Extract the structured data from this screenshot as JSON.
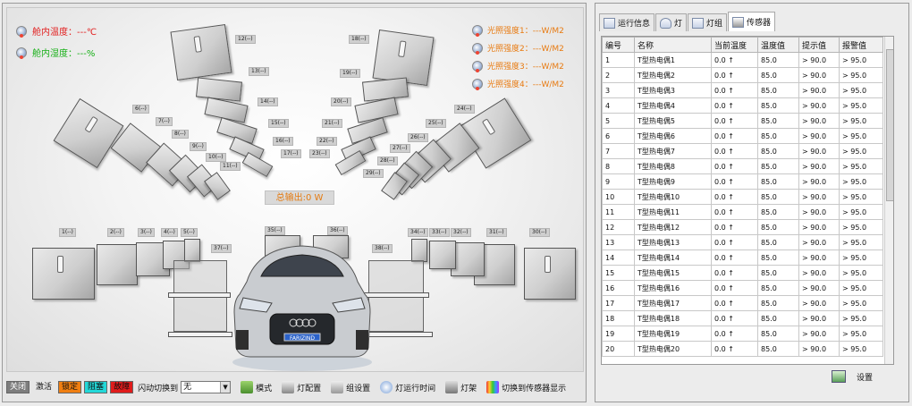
{
  "env": {
    "cabin_temp": "舱内温度：---℃",
    "cabin_humidity": "舱内湿度：---%"
  },
  "lights": [
    "光照强度1：---W/M2",
    "光照强度2：---W/M2",
    "光照强度3：---W/M2",
    "光照强度4：---W/M2"
  ],
  "total_output": "总输出:0 W",
  "car_plate": "FARIZIND",
  "lamp_labels": {
    "l1": "1(--)",
    "l2": "2(--)",
    "l3": "3(--)",
    "l4": "4(--)",
    "l5": "5(--)",
    "l6": "6(--)",
    "l7": "7(--)",
    "l8": "8(--)",
    "l9": "9(--)",
    "l10": "10(--)",
    "l11": "11(--)",
    "l12": "12(--)",
    "l13": "13(--)",
    "l14": "14(--)",
    "l15": "15(--)",
    "l16": "16(--)",
    "l17": "17(--)",
    "l18": "18(--)",
    "l19": "19(--)",
    "l20": "20(--)",
    "l21": "21(--)",
    "l22": "22(--)",
    "l23": "23(--)",
    "l24": "24(--)",
    "l25": "25(--)",
    "l26": "26(--)",
    "l27": "27(--)",
    "l28": "28(--)",
    "l29": "29(--)",
    "l30": "30(--)",
    "l31": "31(--)",
    "l32": "32(--)",
    "l33": "33(--)",
    "l34": "34(--)",
    "l35": "35(--)",
    "l36": "36(--)",
    "l37": "37(--)",
    "l38": "38(--)"
  },
  "statusbar": {
    "off": "关闭",
    "active": "激活",
    "locked": "锁定",
    "blocked": "阻塞",
    "fault": "故障",
    "flash_switch": "闪动切换到",
    "flash_value": "无",
    "mode": "模式",
    "light_config": "灯配置",
    "group_setup": "组设置",
    "light_runtime": "灯运行时间",
    "light_rack": "灯架",
    "switch_sensor": "切换到传感器显示"
  },
  "colors": {
    "locked": "#f07f12",
    "blocked": "#22d8d8",
    "fault": "#e01b1b",
    "off": "#7d7d7d",
    "temp_text": "#e21f1f",
    "humidity_text": "#18b018",
    "light_text": "#e87a10"
  },
  "tabs": [
    {
      "label": "运行信息",
      "icon": "info-icon"
    },
    {
      "label": "灯",
      "icon": "bulb-icon"
    },
    {
      "label": "灯组",
      "icon": "lamp-group-icon"
    },
    {
      "label": "传感器",
      "icon": "sensor-icon"
    }
  ],
  "table": {
    "headers": [
      "编号",
      "名称",
      "当前温度",
      "温度值",
      "提示值",
      "报警值"
    ],
    "rows": [
      [
        "1",
        "T型热电偶1",
        "0.0 ↑",
        "85.0",
        "> 90.0",
        "> 95.0"
      ],
      [
        "2",
        "T型热电偶2",
        "0.0 ↑",
        "85.0",
        "> 90.0",
        "> 95.0"
      ],
      [
        "3",
        "T型热电偶3",
        "0.0 ↑",
        "85.0",
        "> 90.0",
        "> 95.0"
      ],
      [
        "4",
        "T型热电偶4",
        "0.0 ↑",
        "85.0",
        "> 90.0",
        "> 95.0"
      ],
      [
        "5",
        "T型热电偶5",
        "0.0 ↑",
        "85.0",
        "> 90.0",
        "> 95.0"
      ],
      [
        "6",
        "T型热电偶6",
        "0.0 ↑",
        "85.0",
        "> 90.0",
        "> 95.0"
      ],
      [
        "7",
        "T型热电偶7",
        "0.0 ↑",
        "85.0",
        "> 90.0",
        "> 95.0"
      ],
      [
        "8",
        "T型热电偶8",
        "0.0 ↑",
        "85.0",
        "> 90.0",
        "> 95.0"
      ],
      [
        "9",
        "T型热电偶9",
        "0.0 ↑",
        "85.0",
        "> 90.0",
        "> 95.0"
      ],
      [
        "10",
        "T型热电偶10",
        "0.0 ↑",
        "85.0",
        "> 90.0",
        "> 95.0"
      ],
      [
        "11",
        "T型热电偶11",
        "0.0 ↑",
        "85.0",
        "> 90.0",
        "> 95.0"
      ],
      [
        "12",
        "T型热电偶12",
        "0.0 ↑",
        "85.0",
        "> 90.0",
        "> 95.0"
      ],
      [
        "13",
        "T型热电偶13",
        "0.0 ↑",
        "85.0",
        "> 90.0",
        "> 95.0"
      ],
      [
        "14",
        "T型热电偶14",
        "0.0 ↑",
        "85.0",
        "> 90.0",
        "> 95.0"
      ],
      [
        "15",
        "T型热电偶15",
        "0.0 ↑",
        "85.0",
        "> 90.0",
        "> 95.0"
      ],
      [
        "16",
        "T型热电偶16",
        "0.0 ↑",
        "85.0",
        "> 90.0",
        "> 95.0"
      ],
      [
        "17",
        "T型热电偶17",
        "0.0 ↑",
        "85.0",
        "> 90.0",
        "> 95.0"
      ],
      [
        "18",
        "T型热电偶18",
        "0.0 ↑",
        "85.0",
        "> 90.0",
        "> 95.0"
      ],
      [
        "19",
        "T型热电偶19",
        "0.0 ↑",
        "85.0",
        "> 90.0",
        "> 95.0"
      ],
      [
        "20",
        "T型热电偶20",
        "0.0 ↑",
        "85.0",
        "> 90.0",
        "> 95.0"
      ]
    ]
  },
  "settings_label": "设置"
}
